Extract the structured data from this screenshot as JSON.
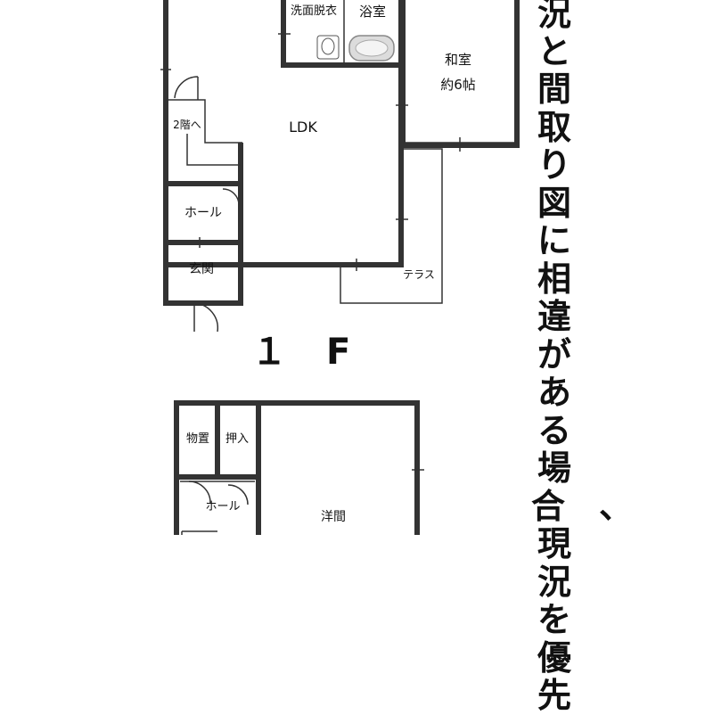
{
  "floor_label": "１　F",
  "vertical_note": "況と間取り図に相違がある場合　、現況を優先",
  "rooms_1f": {
    "washroom": "洗面脱衣",
    "bath": "浴室",
    "japanese_room": "和室",
    "japanese_room_size": "約6帖",
    "ldk": "LDK",
    "to_2f": "2階へ",
    "hall": "ホール",
    "entrance": "玄関",
    "terrace": "テラス"
  },
  "rooms_2f": {
    "storage": "物置",
    "closet": "押入",
    "hall": "ホール",
    "western_room": "洋間"
  }
}
